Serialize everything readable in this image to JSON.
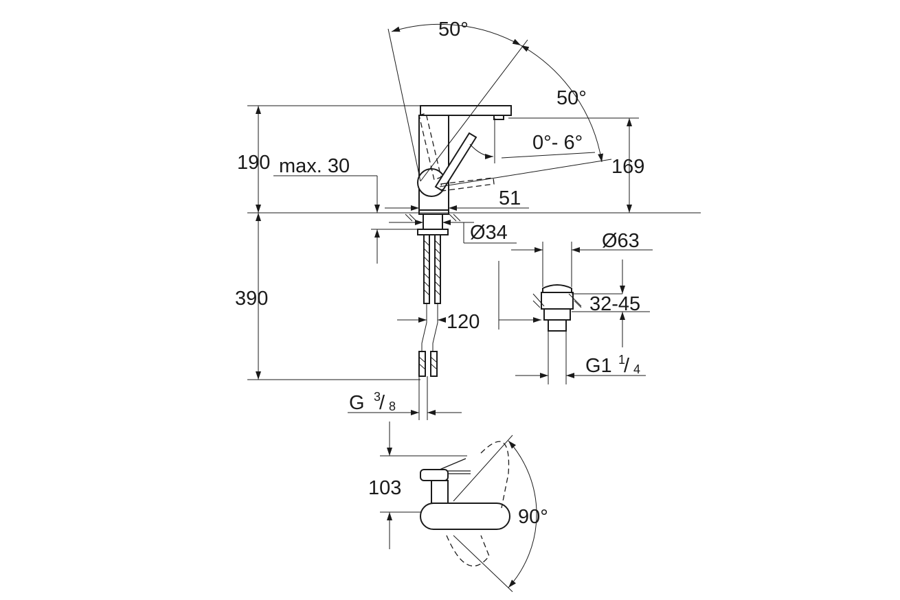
{
  "angles": {
    "top_angle": "50°",
    "right_angle": "50°",
    "tilt": "0°- 6°",
    "swivel": "90°"
  },
  "dims": {
    "height_190": "190",
    "height_169": "169",
    "max_30": "max. 30",
    "width_51": "51",
    "dia_34": "Ø34",
    "depth_390": "390",
    "hose_120": "120",
    "dia_63": "Ø63",
    "range_32_45": "32-45",
    "thread_g1_main": "G1",
    "thread_g1_num": "1",
    "thread_g1_den": "4",
    "thread_g38_main": "G",
    "thread_g38_num": "3",
    "thread_g38_den": "8",
    "reach_103": "103"
  }
}
